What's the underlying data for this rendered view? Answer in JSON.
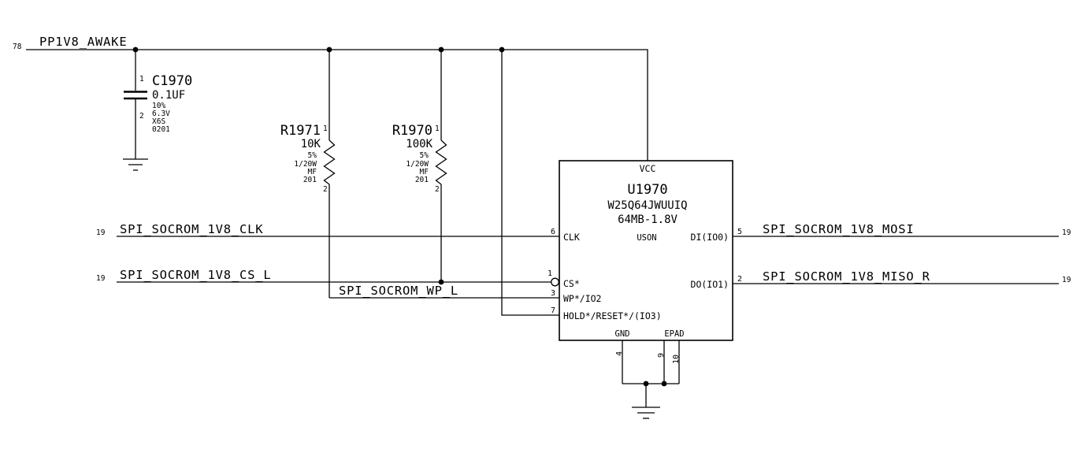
{
  "colors": {
    "ink": "#000000",
    "background": "#ffffff"
  },
  "schematic": {
    "power": {
      "ref": "78",
      "net": "PP1V8_AWAKE"
    },
    "cap": {
      "refdes": "C1970",
      "value": "0.1UF",
      "tol": "10%",
      "volt": "6.3V",
      "diel": "X6S",
      "pkg": "0201",
      "pin1": "1",
      "pin2": "2"
    },
    "r1": {
      "refdes": "R1971",
      "value": "10K",
      "tol": "5%",
      "pow": "1/20W",
      "mtype": "MF",
      "pkg": "201",
      "pin1": "1",
      "pin2": "2"
    },
    "r2": {
      "refdes": "R1970",
      "value": "100K",
      "tol": "5%",
      "pow": "1/20W",
      "mtype": "MF",
      "pkg": "201",
      "pin1": "1",
      "pin2": "2"
    },
    "ic": {
      "refdes": "U1970",
      "part": "W25Q64JWUUIQ",
      "density": "64MB-1.8V",
      "pkg": "USON",
      "pins": {
        "vcc": {
          "name": "VCC"
        },
        "clk": {
          "name": "CLK",
          "num": "6"
        },
        "cs": {
          "name": "CS*",
          "num": "1"
        },
        "wp": {
          "name": "WP*/IO2",
          "num": "3"
        },
        "hold": {
          "name": "HOLD*/RESET*/(IO3)",
          "num": "7"
        },
        "di": {
          "name": "DI(IO0)",
          "num": "5"
        },
        "dout": {
          "name": "DO(IO1)",
          "num": "2"
        },
        "gnd": {
          "name": "GND",
          "num": "4"
        },
        "epad": {
          "name": "EPAD",
          "num_a": "9",
          "num_b": "10"
        }
      }
    },
    "nets": {
      "clk": {
        "ref": "19",
        "label": "SPI_SOCROM_1V8_CLK"
      },
      "cs": {
        "ref": "19",
        "label": "SPI_SOCROM_1V8_CS_L"
      },
      "wp": {
        "label": "SPI_SOCROM_WP_L"
      },
      "mosi": {
        "label": "SPI_SOCROM_1V8_MOSI",
        "ref": "19"
      },
      "miso": {
        "label": "SPI_SOCROM_1V8_MISO_R",
        "ref": "19"
      }
    }
  }
}
